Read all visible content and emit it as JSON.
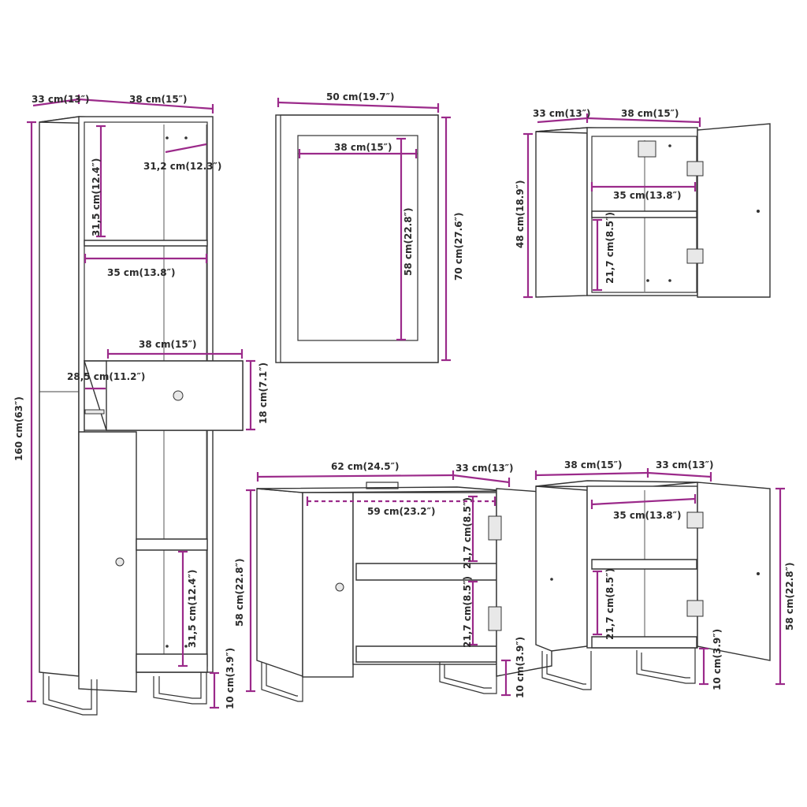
{
  "diagram": {
    "dimension_color": "#9b2a8a",
    "line_color": "#333333",
    "tall_cabinet": {
      "depth": "33 cm(13″)",
      "width": "38 cm(15″)",
      "height": "160 cm(63″)",
      "top_shelf_height": "31,5 cm(12.4″)",
      "top_shelf_depth": "31,2 cm(12.3″)",
      "inner_width": "35 cm(13.8″)",
      "drawer_width": "38 cm(15″)",
      "drawer_depth": "28,5 cm(11.2″)",
      "drawer_height": "18 cm(7.1″)",
      "bottom_shelf_height": "31,5 cm(12.4″)",
      "leg_height": "10 cm(3.9″)"
    },
    "mirror": {
      "width": "50 cm(19.7″)",
      "inner_width": "38 cm(15″)",
      "inner_height": "58 cm(22.8″)",
      "height": "70 cm(27.6″)"
    },
    "wall_cabinet": {
      "depth": "33 cm(13″)",
      "width": "38 cm(15″)",
      "height": "48 cm(18.9″)",
      "inner_width": "35 cm(13.8″)",
      "shelf_height": "21,7 cm(8.5″)"
    },
    "sink_cabinet": {
      "width": "62 cm(24.5″)",
      "depth": "33 cm(13″)",
      "inner_width": "59 cm(23.2″)",
      "height": "58 cm(22.8″)",
      "upper_shelf_height": "21,7 cm(8.5″)",
      "lower_shelf_height": "21,7 cm(8.5″)",
      "leg_height": "10 cm(3.9″)"
    },
    "side_cabinet": {
      "width": "38 cm(15″)",
      "depth": "33 cm(13″)",
      "inner_width": "35 cm(13.8″)",
      "height": "58 cm(22.8″)",
      "shelf_height": "21,7 cm(8.5″)",
      "leg_height": "10 cm(3.9″)"
    }
  }
}
